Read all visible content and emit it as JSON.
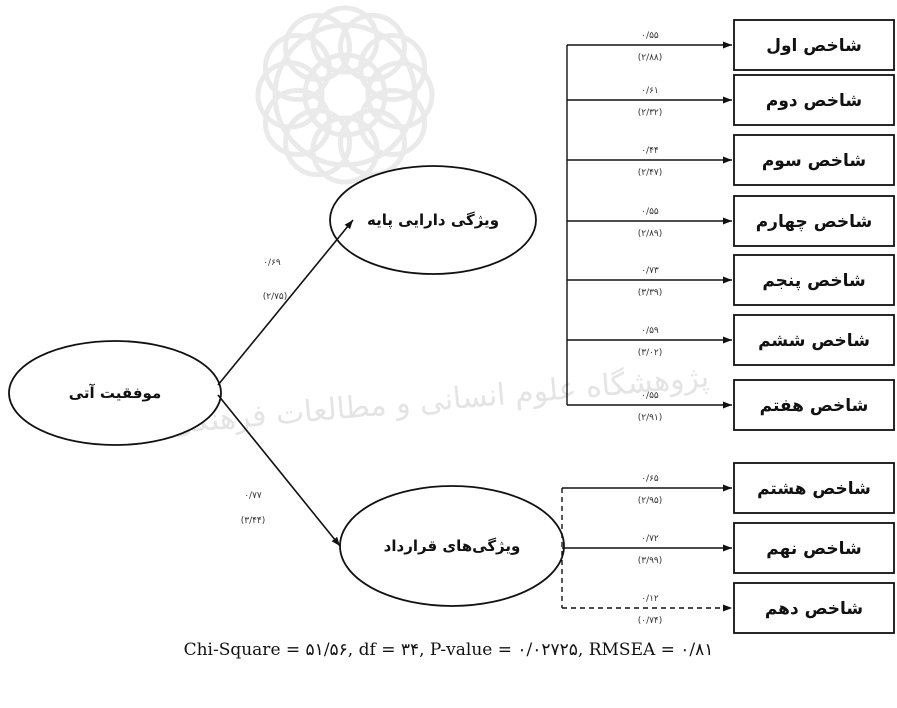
{
  "latent_root": {
    "label": "موفقیت آتی"
  },
  "latent_a": {
    "label": "ویژگی دارایی پایه"
  },
  "latent_b": {
    "label": "ویژگی‌های قرارداد"
  },
  "root_to_a": {
    "coef": "۰/۶۹",
    "t": "(۲/۷۵)"
  },
  "root_to_b": {
    "coef": "۰/۷۷",
    "t": "(۳/۴۴)"
  },
  "indicators": [
    {
      "label": "شاخص اول",
      "coef": "۰/۵۵",
      "t": "(۲/۸۸)"
    },
    {
      "label": "شاخص دوم",
      "coef": "۰/۶۱",
      "t": "(۲/۳۲)"
    },
    {
      "label": "شاخص سوم",
      "coef": "۰/۴۴",
      "t": "(۲/۴۷)"
    },
    {
      "label": "شاخص چهارم",
      "coef": "۰/۵۵",
      "t": "(۲/۸۹)"
    },
    {
      "label": "شاخص پنجم",
      "coef": "۰/۷۳",
      "t": "(۳/۳۹)"
    },
    {
      "label": "شاخص ششم",
      "coef": "۰/۵۹",
      "t": "(۳/۰۲)"
    },
    {
      "label": "شاخص هفتم",
      "coef": "۰/۵۵",
      "t": "(۲/۹۱)"
    },
    {
      "label": "شاخص هشتم",
      "coef": "۰/۶۵",
      "t": "(۲/۹۵)"
    },
    {
      "label": "شاخص نهم",
      "coef": "۰/۷۲",
      "t": "(۳/۹۹)"
    },
    {
      "label": "شاخص دهم",
      "coef": "۰/۱۲",
      "t": "(۰/۷۴)"
    }
  ],
  "fit": {
    "text": "Chi-Square = ۵۱/۵۶, df = ۳۴,  P-value = ۰/۰۲۷۲۵, RMSEA = ۰/۸۱"
  },
  "watermark": {
    "text": "پژوهشگاه علوم انسانی و مطالعات فرهنگی"
  }
}
